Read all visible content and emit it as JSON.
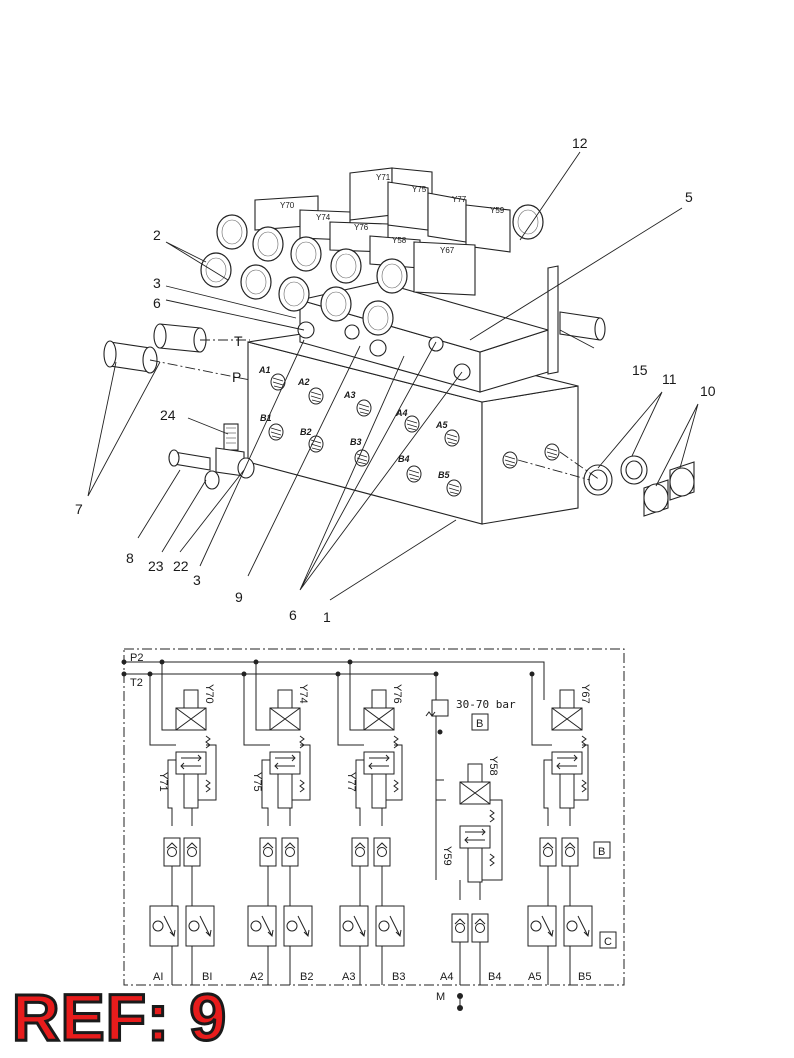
{
  "explode": {
    "solenoid_tags": [
      "Y70",
      "Y74",
      "Y76",
      "Y58",
      "Y67",
      "Y71",
      "Y75",
      "Y77",
      "Y59"
    ],
    "port_labels": [
      "A1",
      "A2",
      "A3",
      "A4",
      "A5",
      "B1",
      "B2",
      "B3",
      "B4",
      "B5"
    ],
    "line_labels": {
      "t": "T",
      "p": "P"
    },
    "callouts": [
      "12",
      "5",
      "2",
      "3",
      "6",
      "15",
      "11",
      "10",
      "24",
      "7",
      "8",
      "23",
      "22",
      "3",
      "9",
      "6",
      "1"
    ]
  },
  "schematic": {
    "lines": {
      "p2": "P2",
      "t2": "T2"
    },
    "coil_tags": [
      "Y70",
      "Y71",
      "Y74",
      "Y75",
      "Y76",
      "Y77",
      "Y58",
      "Y59",
      "Y67"
    ],
    "pressure": "30-70 bar",
    "boxes": {
      "b1": "B",
      "b2": "B",
      "c": "C"
    },
    "ports": [
      "AI",
      "BI",
      "A2",
      "B2",
      "A3",
      "B3",
      "A4",
      "B4",
      "A5",
      "B5"
    ],
    "gauge": "M"
  },
  "reference": "REF: 9"
}
